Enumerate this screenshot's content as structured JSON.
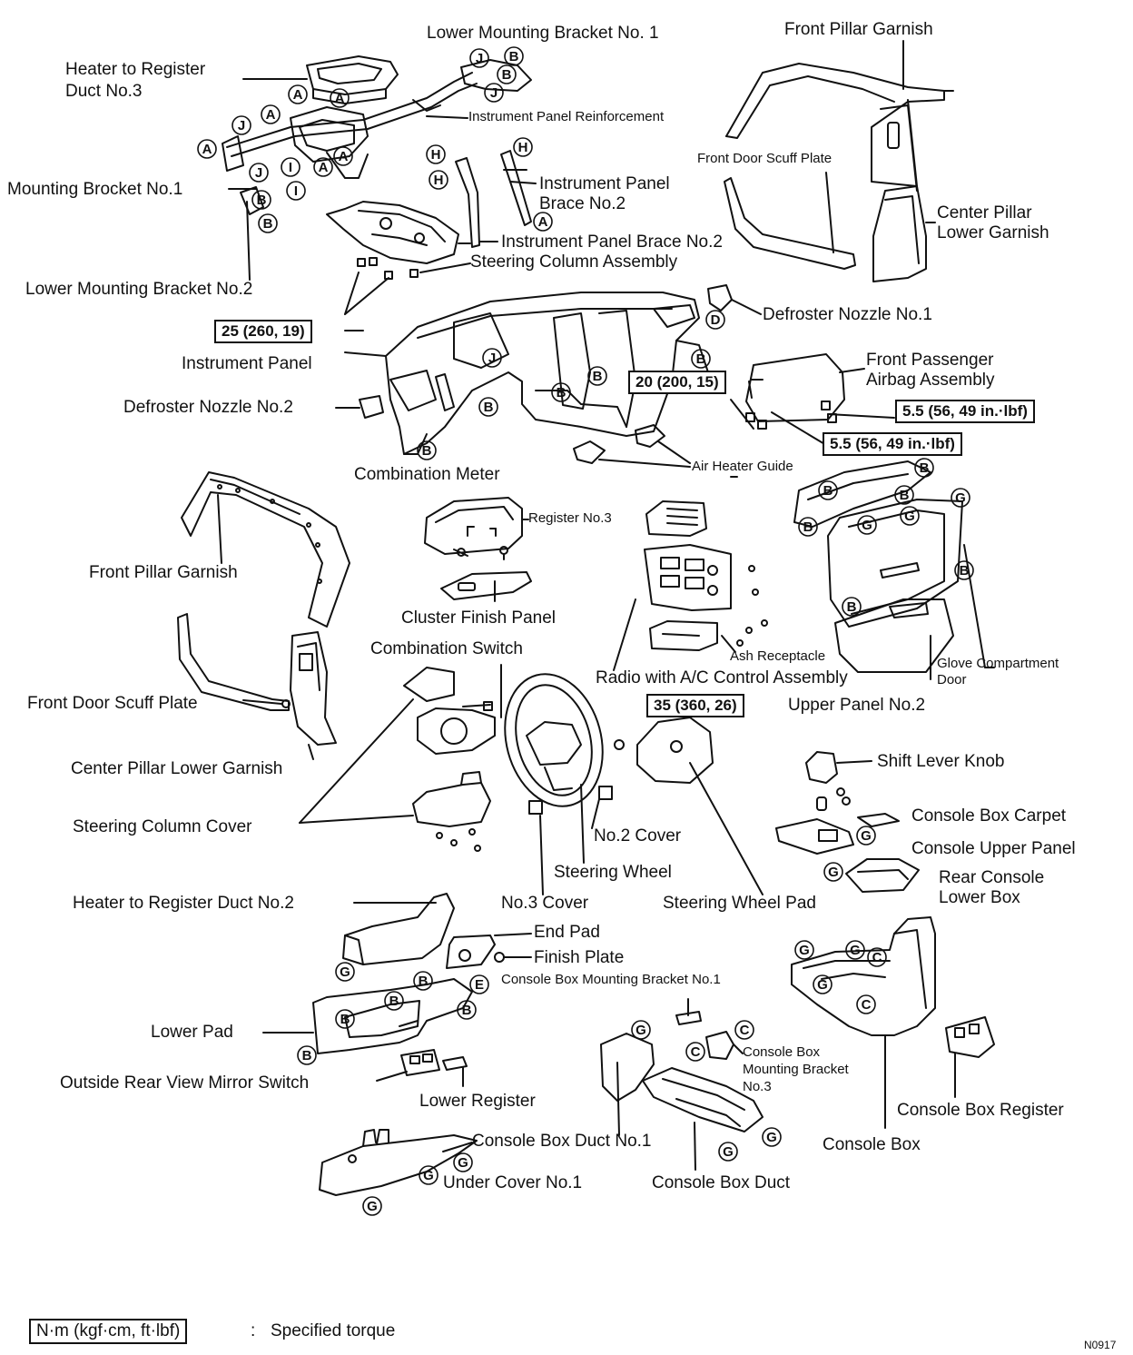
{
  "labels": [
    {
      "id": "lower-mounting-bracket-no1",
      "text": "Lower Mounting Bracket No. 1"
    },
    {
      "id": "front-pillar-garnish-top",
      "text": "Front Pillar Garnish"
    },
    {
      "id": "heater-register-duct-no3-l1",
      "text": "Heater to Register"
    },
    {
      "id": "heater-register-duct-no3-l2",
      "text": "Duct No.3"
    },
    {
      "id": "instrument-panel-reinforcement",
      "text": "Instrument Panel Reinforcement"
    },
    {
      "id": "front-door-scuff-plate-top",
      "text": "Front Door Scuff Plate"
    },
    {
      "id": "instrument-panel-brace-no2-upper-l1",
      "text": "Instrument Panel"
    },
    {
      "id": "instrument-panel-brace-no2-upper-l2",
      "text": "Brace No.2"
    },
    {
      "id": "mounting-bracket-no1",
      "text": "Mounting Brocket No.1"
    },
    {
      "id": "center-pillar-lower-garnish-top-l1",
      "text": "Center Pillar"
    },
    {
      "id": "center-pillar-lower-garnish-top-l2",
      "text": "Lower Garnish"
    },
    {
      "id": "instrument-panel-brace-no2-lower",
      "text": "Instrument Panel Brace No.2"
    },
    {
      "id": "steering-column-assembly",
      "text": "Steering Column Assembly"
    },
    {
      "id": "lower-mounting-bracket-no2",
      "text": "Lower Mounting Bracket No.2"
    },
    {
      "id": "defroster-nozzle-no1",
      "text": "Defroster Nozzle No.1"
    },
    {
      "id": "instrument-panel",
      "text": "Instrument Panel"
    },
    {
      "id": "front-passenger-airbag-l1",
      "text": "Front Passenger"
    },
    {
      "id": "front-passenger-airbag-l2",
      "text": "Airbag Assembly"
    },
    {
      "id": "defroster-nozzle-no2",
      "text": "Defroster Nozzle No.2"
    },
    {
      "id": "air-heater-guide",
      "text": "Air Heater Guide"
    },
    {
      "id": "combination-meter",
      "text": "Combination Meter"
    },
    {
      "id": "register-no3",
      "text": "Register No.3"
    },
    {
      "id": "front-pillar-garnish-mid",
      "text": "Front Pillar Garnish"
    },
    {
      "id": "cluster-finish-panel",
      "text": "Cluster Finish Panel"
    },
    {
      "id": "combination-switch",
      "text": "Combination Switch"
    },
    {
      "id": "ash-receptacle",
      "text": "Ash Receptacle"
    },
    {
      "id": "glove-compartment-door-l1",
      "text": "Glove Compartment"
    },
    {
      "id": "glove-compartment-door-l2",
      "text": "Door"
    },
    {
      "id": "radio-ac-control",
      "text": "Radio with A/C Control Assembly"
    },
    {
      "id": "front-door-scuff-plate-mid",
      "text": "Front Door Scuff Plate"
    },
    {
      "id": "upper-panel-no2",
      "text": "Upper Panel No.2"
    },
    {
      "id": "shift-lever-knob",
      "text": "Shift Lever Knob"
    },
    {
      "id": "center-pillar-lower-garnish-mid",
      "text": "Center Pillar Lower Garnish"
    },
    {
      "id": "console-box-carpet",
      "text": "Console Box Carpet"
    },
    {
      "id": "steering-column-cover",
      "text": "Steering Column Cover"
    },
    {
      "id": "no2-cover",
      "text": "No.2 Cover"
    },
    {
      "id": "console-upper-panel",
      "text": "Console Upper Panel"
    },
    {
      "id": "steering-wheel",
      "text": "Steering Wheel"
    },
    {
      "id": "rear-console-lower-box-l1",
      "text": "Rear Console"
    },
    {
      "id": "rear-console-lower-box-l2",
      "text": "Lower Box"
    },
    {
      "id": "heater-register-duct-no2",
      "text": "Heater to Register Duct No.2"
    },
    {
      "id": "no3-cover",
      "text": "No.3 Cover"
    },
    {
      "id": "steering-wheel-pad",
      "text": "Steering Wheel Pad"
    },
    {
      "id": "end-pad",
      "text": "End Pad"
    },
    {
      "id": "finish-plate",
      "text": "Finish Plate"
    },
    {
      "id": "console-box-mounting-bracket-no1",
      "text": "Console Box Mounting Bracket No.1"
    },
    {
      "id": "lower-pad",
      "text": "Lower Pad"
    },
    {
      "id": "console-box-mounting-bracket-no3-l1",
      "text": "Console Box"
    },
    {
      "id": "console-box-mounting-bracket-no3-l2",
      "text": "Mounting Bracket"
    },
    {
      "id": "console-box-mounting-bracket-no3-l3",
      "text": "No.3"
    },
    {
      "id": "outside-rear-view-mirror-switch",
      "text": "Outside Rear View Mirror Switch"
    },
    {
      "id": "lower-register",
      "text": "Lower Register"
    },
    {
      "id": "console-box-register",
      "text": "Console Box Register"
    },
    {
      "id": "console-box-duct-no1",
      "text": "Console Box Duct No.1"
    },
    {
      "id": "console-box",
      "text": "Console Box"
    },
    {
      "id": "under-cover-no1",
      "text": "Under Cover No.1"
    },
    {
      "id": "console-box-duct",
      "text": "Console Box Duct"
    }
  ],
  "torques": [
    {
      "id": "torque-25",
      "text": "25 (260, 19)"
    },
    {
      "id": "torque-20",
      "text": "20 (200, 15)"
    },
    {
      "id": "torque-5-5-a",
      "text": "5.5 (56, 49 in.·lbf)"
    },
    {
      "id": "torque-5-5-b",
      "text": "5.5 (56, 49 in.·lbf)"
    },
    {
      "id": "torque-35",
      "text": "35 (360, 26)"
    }
  ],
  "legend": {
    "unit": "N·m (kgf·cm, ft·lbf)",
    "separator": ":",
    "meaning": "Specified torque"
  },
  "figure_code": "N0917",
  "clip_letters": [
    "A",
    "B",
    "C",
    "D",
    "E",
    "G",
    "H",
    "I",
    "J"
  ]
}
